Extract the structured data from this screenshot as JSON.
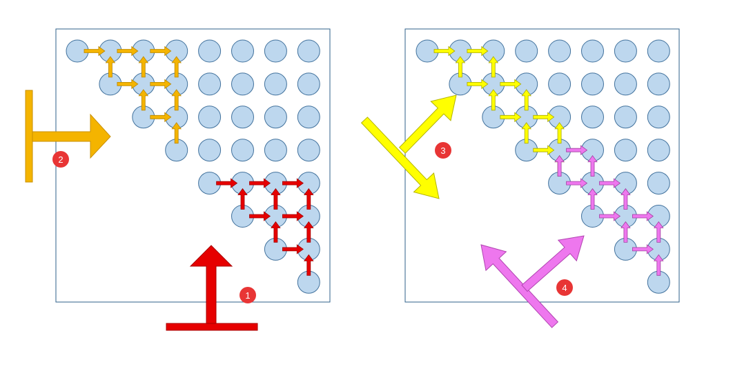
{
  "colors": {
    "circle_fill": "#bdd7ee",
    "circle_stroke": "#41719c",
    "panel_stroke": "#2e5f8a",
    "orange": "#f4b400",
    "red": "#e60000",
    "yellow": "#ffff00",
    "magenta": "#ee77ee",
    "badge": "#e83535"
  },
  "badges": [
    {
      "id": "1",
      "label": "1"
    },
    {
      "id": "2",
      "label": "2"
    },
    {
      "id": "3",
      "label": "3"
    },
    {
      "id": "4",
      "label": "4"
    }
  ],
  "grid": {
    "rows": 8,
    "cols": 8
  },
  "panels": [
    {
      "name": "left",
      "present": [
        [
          1,
          1,
          1,
          1,
          1,
          1,
          1,
          1
        ],
        [
          0,
          1,
          1,
          1,
          1,
          1,
          1,
          1
        ],
        [
          0,
          0,
          1,
          1,
          1,
          1,
          1,
          1
        ],
        [
          0,
          0,
          0,
          1,
          1,
          1,
          1,
          1
        ],
        [
          0,
          0,
          0,
          0,
          1,
          1,
          1,
          1
        ],
        [
          0,
          0,
          0,
          0,
          0,
          1,
          1,
          1
        ],
        [
          0,
          0,
          0,
          0,
          0,
          0,
          1,
          1
        ],
        [
          0,
          0,
          0,
          0,
          0,
          0,
          0,
          1
        ]
      ],
      "arrow_groups": [
        {
          "color": "orange",
          "arrows": [
            [
              0,
              0,
              0,
              1
            ],
            [
              0,
              1,
              0,
              2
            ],
            [
              0,
              2,
              0,
              3
            ],
            [
              1,
              1,
              0,
              1
            ],
            [
              1,
              2,
              0,
              2
            ],
            [
              1,
              3,
              0,
              3
            ],
            [
              1,
              1,
              1,
              2
            ],
            [
              1,
              2,
              1,
              3
            ],
            [
              2,
              2,
              1,
              2
            ],
            [
              2,
              3,
              1,
              3
            ],
            [
              2,
              2,
              2,
              3
            ],
            [
              3,
              3,
              2,
              3
            ]
          ]
        },
        {
          "color": "red",
          "arrows": [
            [
              4,
              4,
              4,
              5
            ],
            [
              4,
              5,
              4,
              6
            ],
            [
              4,
              6,
              4,
              7
            ],
            [
              5,
              5,
              4,
              5
            ],
            [
              5,
              6,
              4,
              6
            ],
            [
              5,
              7,
              4,
              7
            ],
            [
              5,
              5,
              5,
              6
            ],
            [
              5,
              6,
              5,
              7
            ],
            [
              6,
              6,
              5,
              6
            ],
            [
              6,
              7,
              5,
              7
            ],
            [
              6,
              6,
              6,
              7
            ],
            [
              7,
              7,
              6,
              7
            ]
          ]
        }
      ]
    },
    {
      "name": "right",
      "present": [
        [
          1,
          1,
          1,
          1,
          1,
          1,
          1,
          1
        ],
        [
          0,
          1,
          1,
          1,
          1,
          1,
          1,
          1
        ],
        [
          0,
          0,
          1,
          1,
          1,
          1,
          1,
          1
        ],
        [
          0,
          0,
          0,
          1,
          1,
          1,
          1,
          1
        ],
        [
          0,
          0,
          0,
          0,
          1,
          1,
          1,
          1
        ],
        [
          0,
          0,
          0,
          0,
          0,
          1,
          1,
          1
        ],
        [
          0,
          0,
          0,
          0,
          0,
          0,
          1,
          1
        ],
        [
          0,
          0,
          0,
          0,
          0,
          0,
          0,
          1
        ]
      ],
      "arrow_groups": [
        {
          "color": "yellow",
          "arrows": [
            [
              0,
              0,
              0,
              1
            ],
            [
              0,
              1,
              0,
              2
            ],
            [
              1,
              1,
              0,
              1
            ],
            [
              1,
              2,
              0,
              2
            ],
            [
              1,
              1,
              1,
              2
            ],
            [
              1,
              2,
              1,
              3
            ],
            [
              2,
              2,
              1,
              2
            ],
            [
              2,
              3,
              1,
              3
            ],
            [
              2,
              2,
              2,
              3
            ],
            [
              2,
              3,
              2,
              4
            ],
            [
              3,
              3,
              2,
              3
            ],
            [
              3,
              4,
              2,
              4
            ],
            [
              3,
              3,
              3,
              4
            ],
            [
              4,
              4,
              3,
              4
            ]
          ]
        },
        {
          "color": "magenta",
          "arrows": [
            [
              3,
              4,
              3,
              5
            ],
            [
              4,
              4,
              3,
              4
            ],
            [
              4,
              5,
              3,
              5
            ],
            [
              4,
              4,
              4,
              5
            ],
            [
              4,
              5,
              4,
              6
            ],
            [
              5,
              5,
              4,
              5
            ],
            [
              5,
              6,
              4,
              6
            ],
            [
              5,
              5,
              5,
              6
            ],
            [
              5,
              6,
              5,
              7
            ],
            [
              6,
              6,
              5,
              6
            ],
            [
              6,
              7,
              5,
              7
            ],
            [
              6,
              6,
              6,
              7
            ],
            [
              7,
              7,
              6,
              7
            ]
          ]
        }
      ]
    }
  ]
}
